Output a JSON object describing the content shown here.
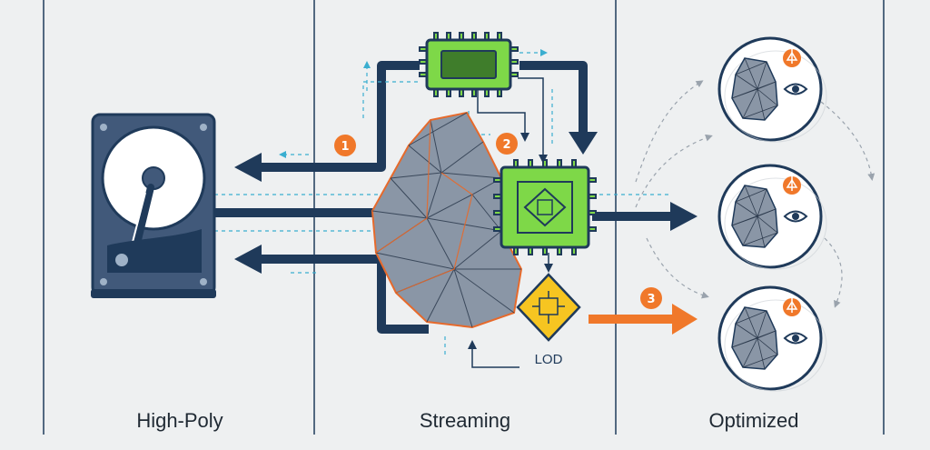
{
  "columns": [
    {
      "id": "high-poly",
      "label": "High-Poly"
    },
    {
      "id": "streaming",
      "label": "Streaming"
    },
    {
      "id": "optimized",
      "label": "Optimized"
    }
  ],
  "steps": [
    "1",
    "2",
    "3"
  ],
  "lod": {
    "label": "LOD"
  },
  "icons": {
    "storage": "hard-drive-icon",
    "processor_top": "microchip-icon",
    "processor_main": "microchip-icon",
    "lod": "lod-diamond-icon",
    "mesh": "polygon-mesh-icon",
    "view": "eye-icon",
    "alert": "alert-badge-icon"
  },
  "colors": {
    "background": "#eef0f1",
    "navy": "#1f3a5a",
    "chip_green": "#7ed848",
    "accent_orange": "#f0782a",
    "lod_yellow": "#f6c521",
    "dashed_cyan": "#3aaed0",
    "mesh_gray": "#8a96a6"
  }
}
